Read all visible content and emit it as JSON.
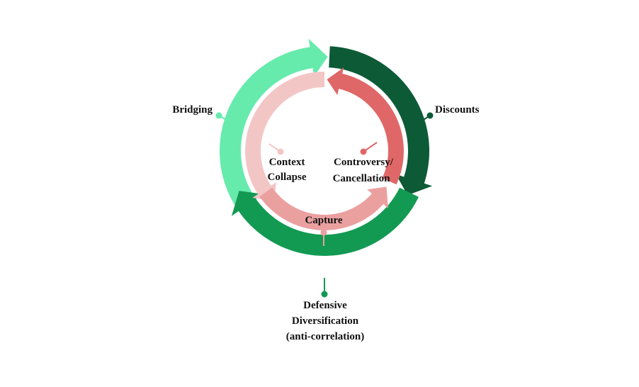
{
  "labels": {
    "bridging": "Bridging",
    "discounts": "Discounts",
    "context_line1": "Context",
    "context_line2": "Collapse",
    "controversy_line1": "Controversy/",
    "controversy_line2": "Cancellation",
    "capture": "Capture",
    "defensive_line1": "Defensive",
    "defensive_line2": "Diversification",
    "defensive_line3": "(anti-correlation)"
  },
  "colors": {
    "bridging": "#66ebad",
    "discounts": "#0d5a37",
    "defensive": "#129a53",
    "context_collapse": "#f3c6c6",
    "controversy": "#e06767",
    "capture": "#eba0a0",
    "leader_bridging": "#66ebad",
    "leader_discounts": "#0d5a37",
    "leader_defensive": "#129a53",
    "leader_context": "#f3c6c6",
    "leader_controversy": "#e06767",
    "leader_capture": "#eba0a0"
  }
}
